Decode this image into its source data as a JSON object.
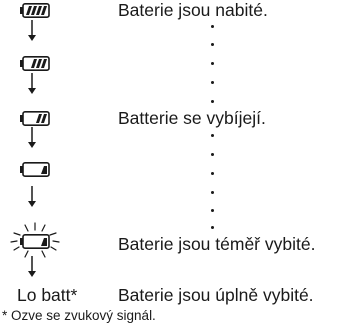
{
  "states": {
    "full_label": "Baterie jsou nabité.",
    "discharging_label": "Batterie se vybíjejí.",
    "almost_empty_label": "Baterie jsou téměř vybité.",
    "empty_label": "Baterie jsou úplně vybité.",
    "lo_batt": "Lo batt*"
  },
  "footnote": "* Ozve se zvukový signál.",
  "battery_levels": [
    1.0,
    0.7,
    0.4,
    0.15,
    0.15
  ],
  "icons": [
    "battery-full-icon",
    "battery-high-icon",
    "battery-half-icon",
    "battery-low-icon",
    "battery-low-blinking-icon",
    "down-arrow-icon"
  ]
}
